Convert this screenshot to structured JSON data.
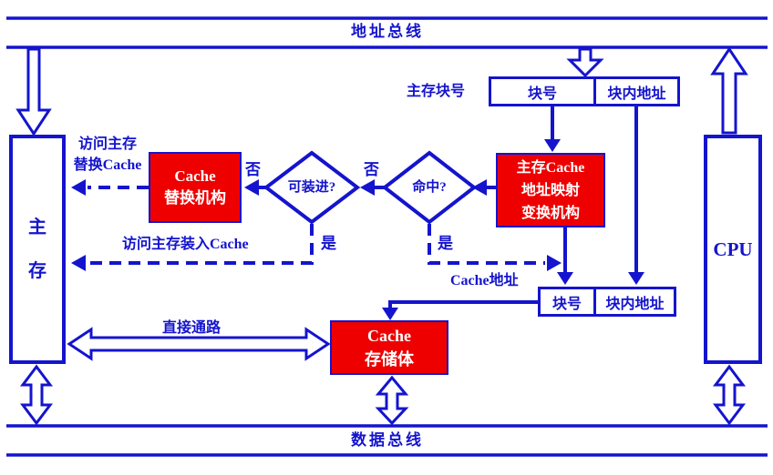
{
  "colors": {
    "blue": "#1414CE",
    "red": "#EE0000",
    "background": "#FFFFFF"
  },
  "buses": {
    "address_label": "地址总线",
    "data_label": "数据总线"
  },
  "main_memory": {
    "char1": "主",
    "char2": "存"
  },
  "cpu": {
    "label": "CPU"
  },
  "cache_replace_box": {
    "line1": "Cache",
    "line2": "替换机构"
  },
  "mapping_box": {
    "line1": "主存Cache",
    "line2": "地址映射",
    "line3": "变换机构"
  },
  "cache_storage_box": {
    "line1": "Cache",
    "line2": "存储体"
  },
  "diamonds": {
    "loadable": "可装进?",
    "hit": "命中?"
  },
  "registers": {
    "main": {
      "caption": "主存块号",
      "cell1": "块号",
      "cell2": "块内地址"
    },
    "cache": {
      "caption": "Cache地址",
      "cell1": "块号",
      "cell2": "块内地址"
    }
  },
  "labels": {
    "visit_replace_line1": "访问主存",
    "visit_replace_line2": "替换Cache",
    "visit_load": "访问主存装入Cache",
    "direct_path": "直接通路",
    "no_loadable": "否",
    "no_hit": "否",
    "yes_loadable": "是",
    "yes_hit": "是"
  }
}
